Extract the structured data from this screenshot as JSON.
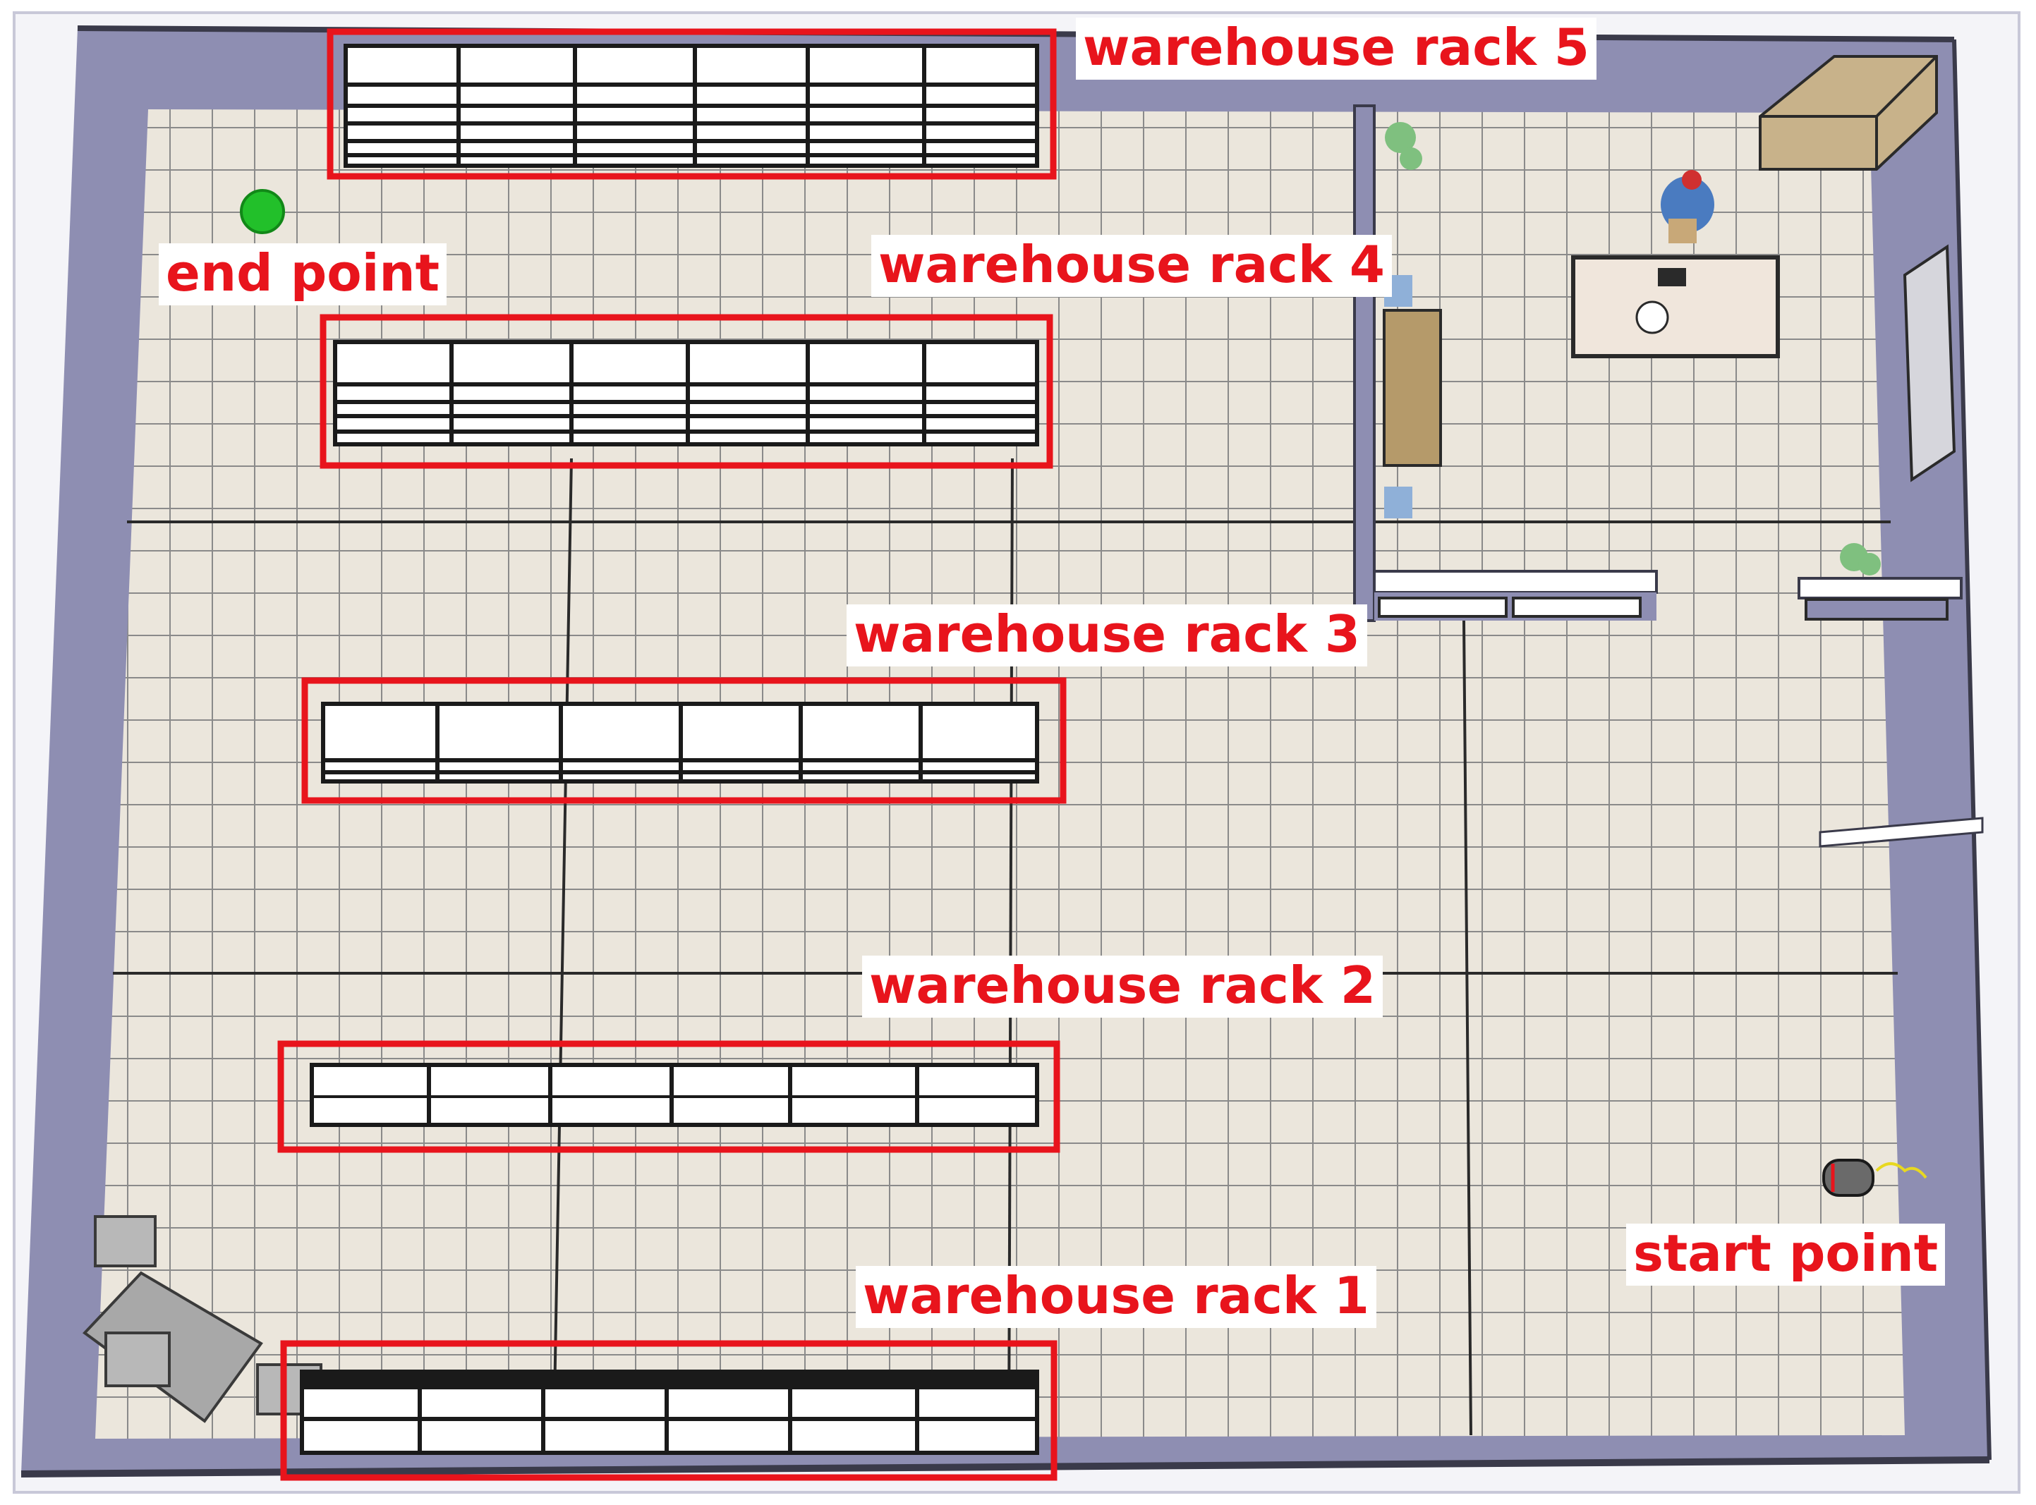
{
  "labels": {
    "rack5": "warehouse rack 5",
    "rack4": "warehouse rack 4",
    "rack3": "warehouse rack 3",
    "rack2": "warehouse rack 2",
    "rack1": "warehouse rack 1",
    "end_point": "end point",
    "start_point": "start point"
  },
  "colors": {
    "highlight_red": "#e8141c",
    "end_marker_green": "#22c02a",
    "wall_purple": "#8e8eb2",
    "floor_tile": "#ebe6dc",
    "floor_grout": "#8a8a8a",
    "shelf_white": "#ffffff",
    "shelf_black": "#1a1a1a",
    "crate_brown": "#b59a6a"
  }
}
